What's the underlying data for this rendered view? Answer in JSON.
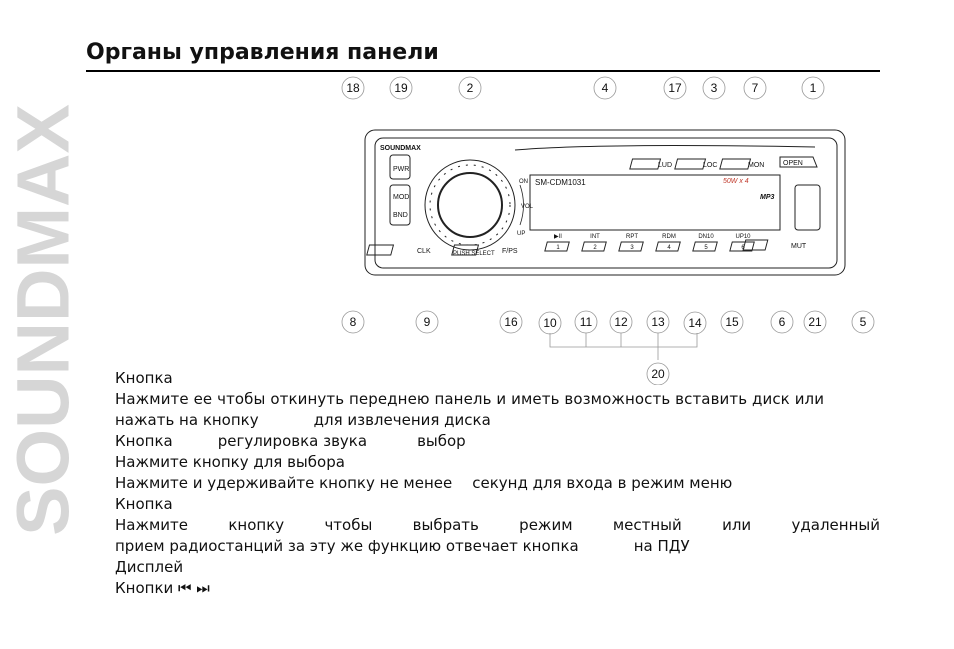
{
  "brand": {
    "text": "SOUNDMAX",
    "color": "#d6d6d6"
  },
  "heading": "Органы управления панели",
  "figure": {
    "top_callouts": [
      "18",
      "19",
      "2",
      "4",
      "17",
      "3",
      "7",
      "1"
    ],
    "bottom_callouts": [
      "8",
      "9",
      "16",
      "10",
      "11",
      "12",
      "13",
      "14",
      "15",
      "6",
      "21",
      "5"
    ],
    "group_callout": "20",
    "device": {
      "brand": "SOUNDMAX",
      "model": "SM-CDM1031",
      "power": "50W x 4",
      "mp3": "MP3",
      "knob_label": "PUSH SELECT",
      "on_label": "ON",
      "vol_label": "VOL",
      "up_label": "UP",
      "buttons": {
        "pwr": "PWR",
        "mod": "MOD",
        "bnd": "BND",
        "lud": "LUD",
        "loc": "LOC",
        "mon": "MON",
        "open": "OPEN",
        "clk": "CLK",
        "fps": "F/PS",
        "mut": "MUT"
      },
      "presets": [
        {
          "top": "▶II",
          "num": "1"
        },
        {
          "top": "INT",
          "num": "2"
        },
        {
          "top": "RPT",
          "num": "3"
        },
        {
          "top": "RDM",
          "num": "4"
        },
        {
          "top": "DN10",
          "num": "5"
        },
        {
          "top": "UP10",
          "num": "6"
        }
      ]
    }
  },
  "text": {
    "l1": "Кнопка",
    "l2": "Нажмите ее  чтобы откинуть переднею панель и иметь возможность вставить диск или",
    "l3a": "нажать на кнопку",
    "l3b": "для извлечения диска",
    "l4a": "Кнопка",
    "l4b": "регулировка звука",
    "l4c": "выбор",
    "l5": "Нажмите кнопку для выбора",
    "l6a": "Нажмите и удерживайте кнопку не менее",
    "l6b": "секунд для входа в режим меню",
    "l7": "Кнопка",
    "l8a": "Нажмите  кнопку  чтобы  выбрать  режим",
    "l8b": "местный   или",
    "l8c": "удаленный",
    "l9a": "прием радиостанций  за эту же функцию отвечает кнопка",
    "l9b": "на ПДУ",
    "l10": "Дисплей",
    "l11": "Кнопки ⏮ ⏭"
  }
}
